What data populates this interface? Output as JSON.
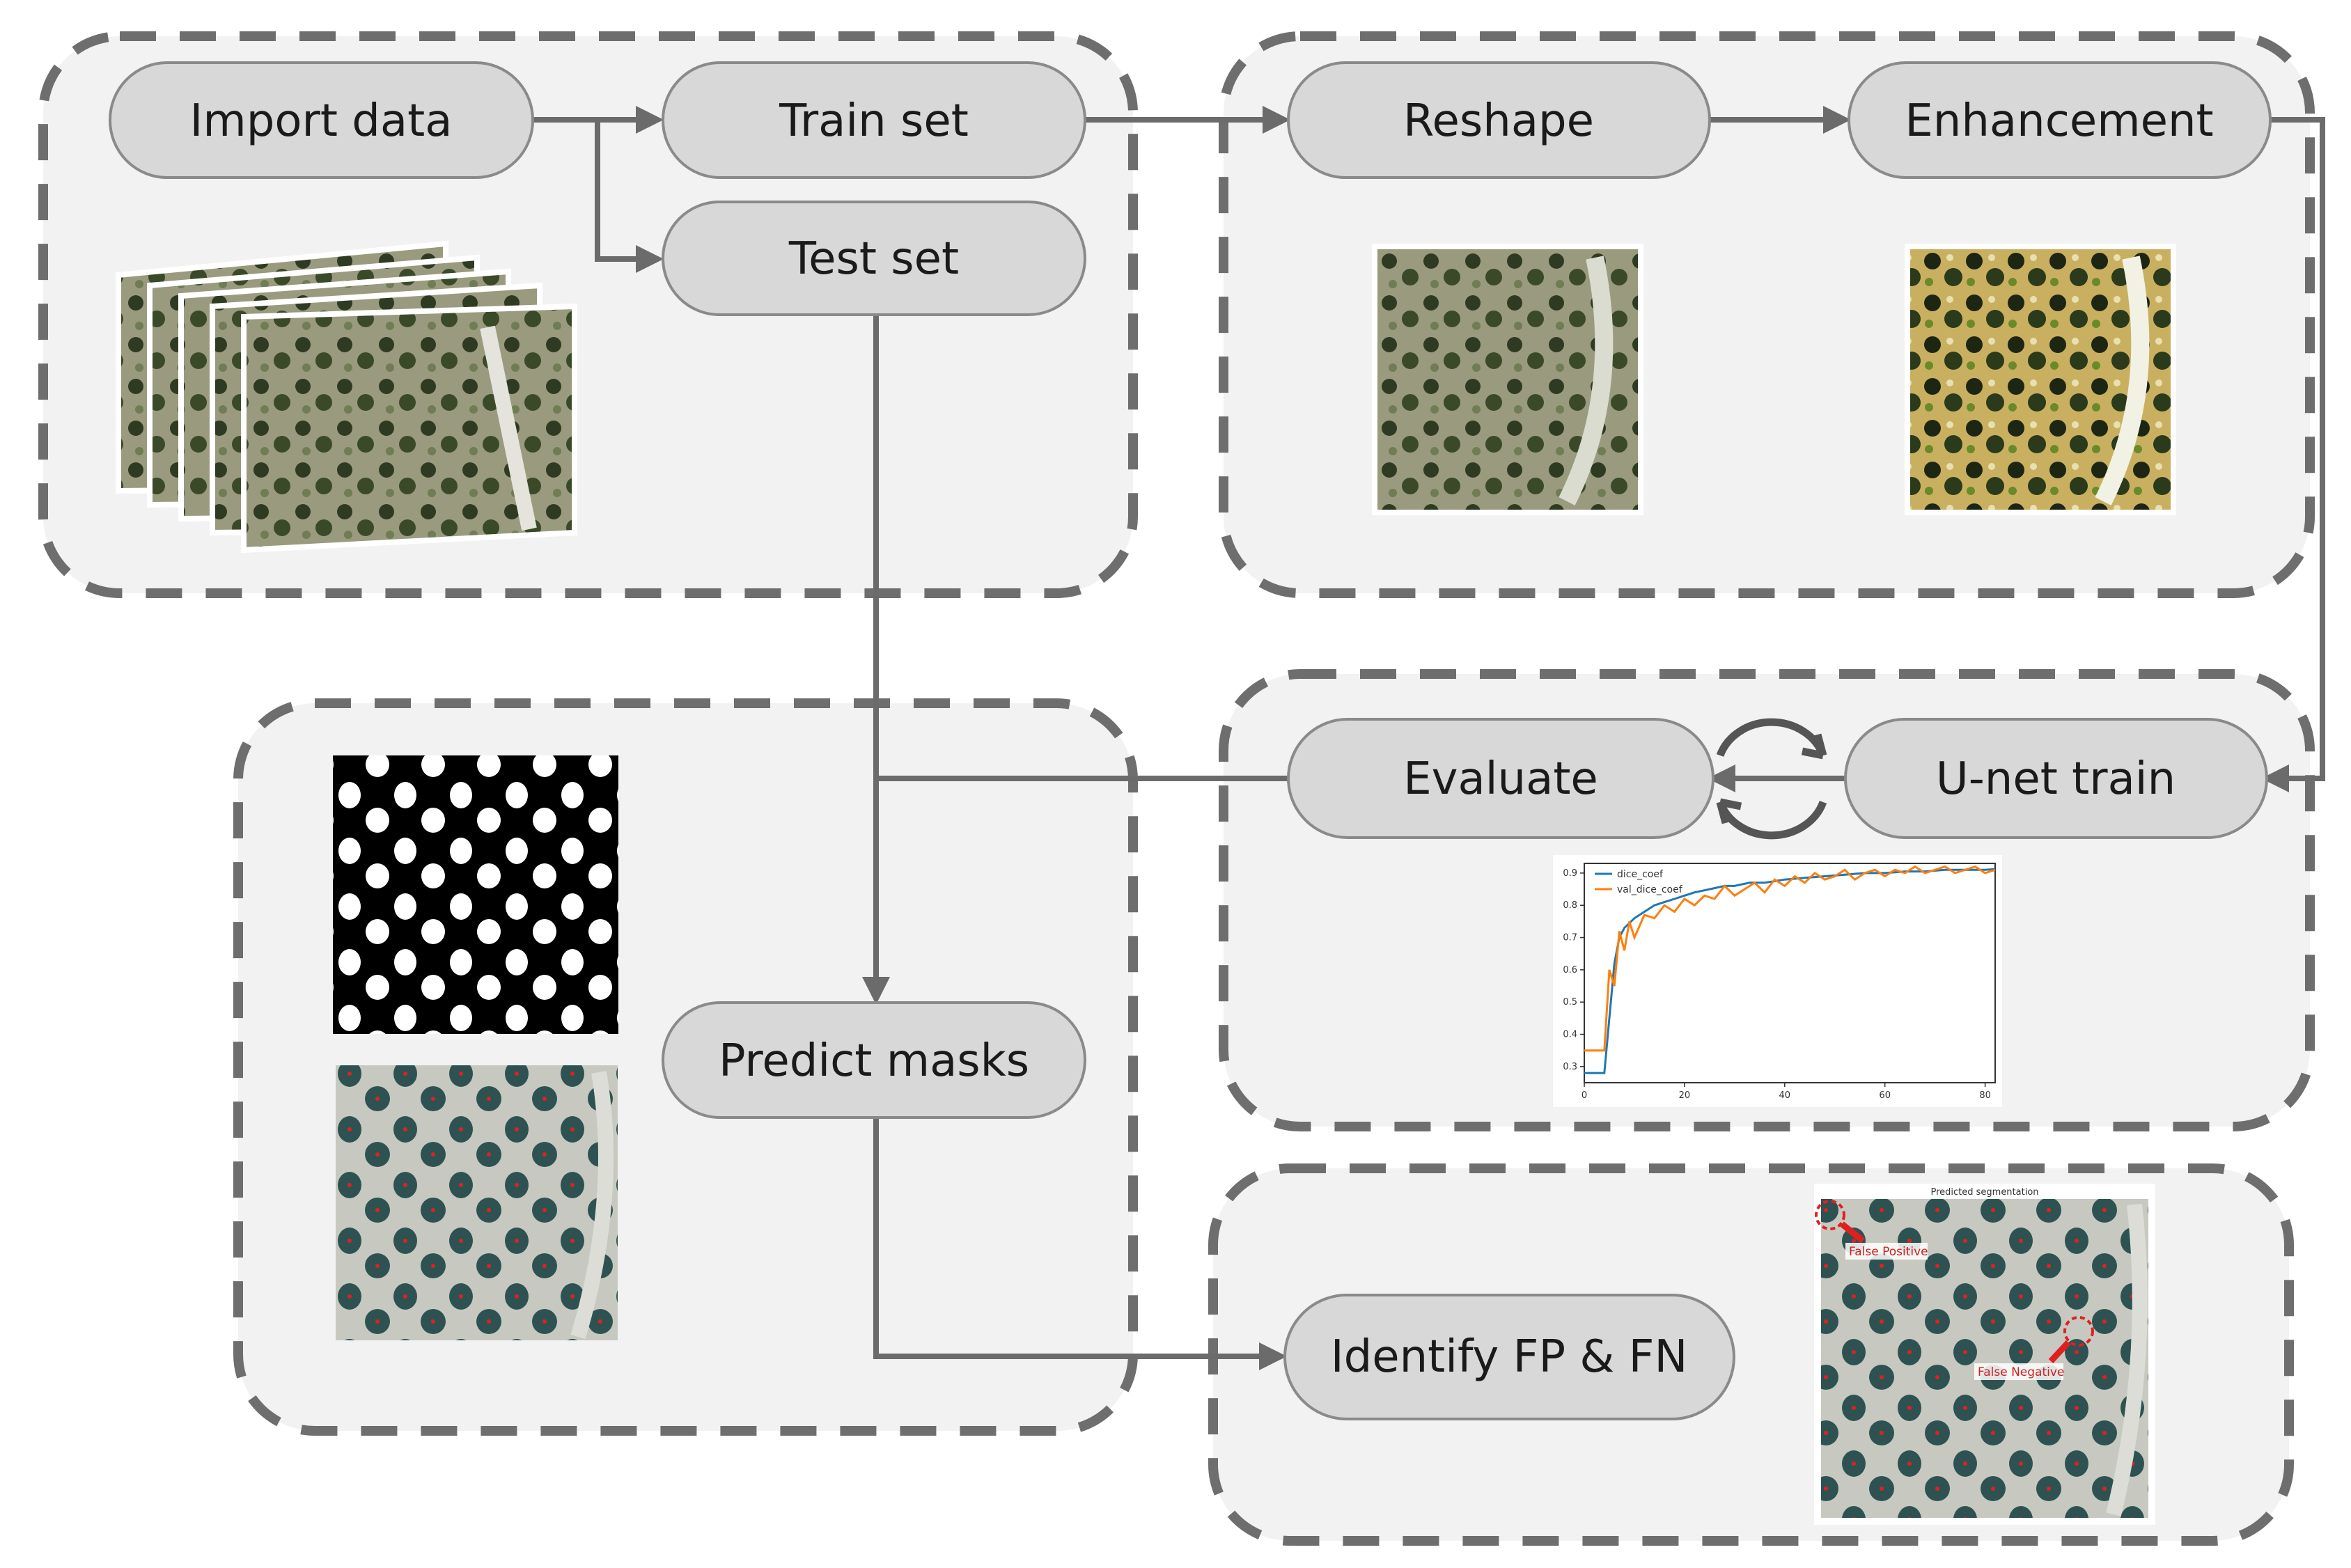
{
  "nodes": {
    "import_data": "Import data",
    "train_set": "Train set",
    "test_set": "Test set",
    "reshape": "Reshape",
    "enhancement": "Enhancement",
    "evaluate": "Evaluate",
    "unet_train": "U-net train",
    "predict_masks": "Predict masks",
    "identify": "Identify FP & FN"
  },
  "annotations": {
    "false_positive": "False Positive",
    "false_negative": "False Negative",
    "predicted_segmentation": "Predicted segmentation"
  },
  "colors": {
    "node_fill": "#d8d8d8",
    "node_stroke": "#8a8a8a",
    "group_fill": "#f2f2f2",
    "group_border": "#6e6e6e",
    "arrow": "#6b6b6b",
    "series_dice": "#1f77b4",
    "series_val": "#ff7f0e",
    "marker_red": "#e02020"
  },
  "chart_data": {
    "type": "line",
    "title": "",
    "xlabel": "",
    "ylabel": "",
    "xlim": [
      0,
      82
    ],
    "ylim": [
      0.25,
      0.93
    ],
    "xticks": [
      0,
      20,
      40,
      60,
      80
    ],
    "yticks": [
      0.3,
      0.4,
      0.5,
      0.6,
      0.7,
      0.8,
      0.9
    ],
    "legend": "top-left",
    "grid": false,
    "series": [
      {
        "name": "dice_coef",
        "x": [
          0,
          2,
          4,
          5,
          6,
          7,
          8,
          10,
          12,
          14,
          16,
          18,
          20,
          22,
          25,
          28,
          30,
          33,
          36,
          40,
          44,
          48,
          52,
          56,
          60,
          64,
          68,
          72,
          76,
          80,
          82
        ],
        "values": [
          0.28,
          0.28,
          0.28,
          0.45,
          0.62,
          0.7,
          0.73,
          0.76,
          0.78,
          0.8,
          0.81,
          0.82,
          0.83,
          0.84,
          0.85,
          0.86,
          0.86,
          0.87,
          0.87,
          0.88,
          0.885,
          0.89,
          0.895,
          0.9,
          0.9,
          0.905,
          0.905,
          0.91,
          0.91,
          0.91,
          0.912
        ]
      },
      {
        "name": "val_dice_coef",
        "x": [
          0,
          2,
          4,
          5,
          6,
          7,
          8,
          9,
          10,
          12,
          14,
          16,
          18,
          20,
          22,
          24,
          26,
          28,
          30,
          32,
          34,
          36,
          38,
          40,
          42,
          44,
          46,
          48,
          50,
          52,
          54,
          56,
          58,
          60,
          62,
          64,
          66,
          68,
          70,
          72,
          74,
          76,
          78,
          80,
          82
        ],
        "values": [
          0.35,
          0.35,
          0.35,
          0.6,
          0.55,
          0.72,
          0.66,
          0.75,
          0.7,
          0.77,
          0.76,
          0.8,
          0.78,
          0.82,
          0.8,
          0.83,
          0.82,
          0.86,
          0.83,
          0.85,
          0.87,
          0.84,
          0.88,
          0.86,
          0.89,
          0.87,
          0.9,
          0.88,
          0.89,
          0.91,
          0.88,
          0.9,
          0.91,
          0.89,
          0.91,
          0.9,
          0.92,
          0.9,
          0.91,
          0.92,
          0.9,
          0.91,
          0.92,
          0.9,
          0.91
        ]
      }
    ]
  }
}
